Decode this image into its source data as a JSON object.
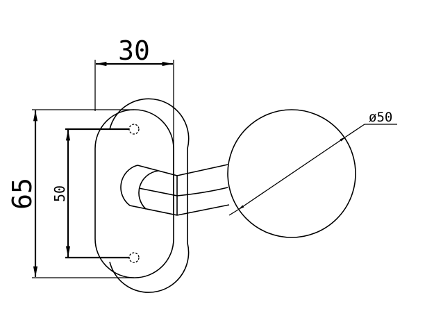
{
  "drawing": {
    "type": "technical-drawing",
    "subject": "door handle on oval rose plate with round knob end",
    "stroke_color": "#000000",
    "background_color": "#ffffff"
  },
  "dimensions": {
    "width": {
      "label": "30",
      "orientation": "horizontal"
    },
    "height_total": {
      "label": "65",
      "orientation": "vertical"
    },
    "hole_spacing": {
      "label": "50",
      "orientation": "vertical"
    },
    "knob_diameter": {
      "label": "ø50",
      "type": "diameter-leader"
    }
  }
}
